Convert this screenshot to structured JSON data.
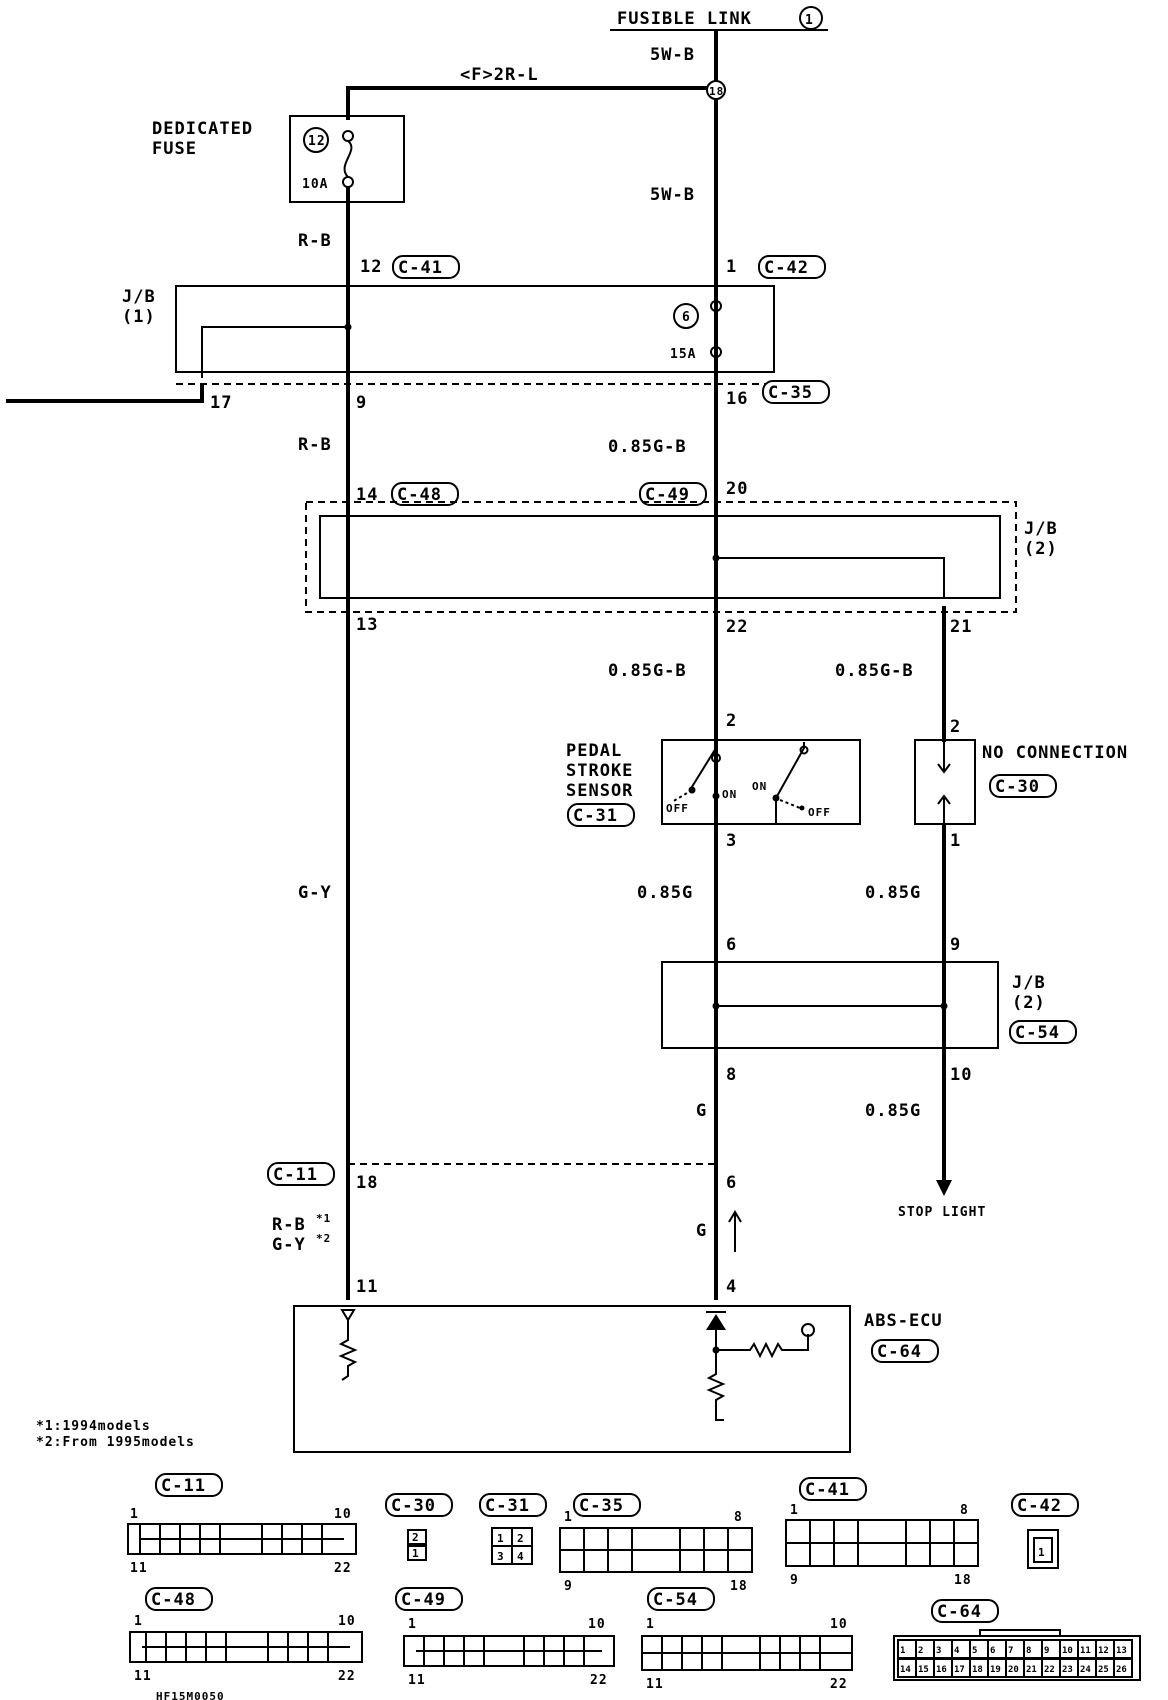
{
  "header": {
    "fusible_link": "FUSIBLE LINK",
    "fusible_link_num": "1"
  },
  "wires": {
    "top_5w_b": "5W-B",
    "mid_5w_b": "5W-B",
    "f_2r_l": "<F>2R-L",
    "r_b_1": "R-B",
    "r_b_2": "R-B",
    "g_b_1": "0.85G-B",
    "g_b_2": "0.85G-B",
    "g_b_3": "0.85G-B",
    "g_y": "G-Y",
    "g085_1": "0.85G",
    "g085_2": "0.85G",
    "g085_3": "0.85G",
    "g_1": "G",
    "g_2": "G",
    "rb_note": "R-B",
    "gy_note": "G-Y",
    "star1": "*1",
    "star2": "*2"
  },
  "components": {
    "dedicated_fuse_line1": "DEDICATED",
    "dedicated_fuse_line2": "FUSE",
    "fuse12_num": "12",
    "fuse12_amp": "10A",
    "fuse6_num": "6",
    "fuse6_amp": "15A",
    "splice_num": "18",
    "jb1_line1": "J/B",
    "jb1_line2": "(1)",
    "jb2_line1": "J/B",
    "jb2_line2": "(2)",
    "jb3_line1": "J/B",
    "jb3_line2": "(2)",
    "pedal_line1": "PEDAL",
    "pedal_line2": "STROKE",
    "pedal_line3": "SENSOR",
    "off_left": "OFF",
    "on_left": "ON",
    "on_right": "ON",
    "off_right": "OFF",
    "no_connection": "NO CONNECTION",
    "stop_light": "STOP LIGHT",
    "abs_ecu": "ABS-ECU"
  },
  "connectors": {
    "c41": "C-41",
    "c42": "C-42",
    "c35": "C-35",
    "c48": "C-48",
    "c49": "C-49",
    "c31": "C-31",
    "c30": "C-30",
    "c54": "C-54",
    "c11": "C-11",
    "c64": "C-64"
  },
  "pins": {
    "p12": "12",
    "p1_c42": "1",
    "p17": "17",
    "p9": "9",
    "p16": "16",
    "p14": "14",
    "p20": "20",
    "p13": "13",
    "p22": "22",
    "p21": "21",
    "p2_pedal": "2",
    "p2_nc": "2",
    "p3": "3",
    "p1_nc": "1",
    "p6_jb": "6",
    "p9_jb": "9",
    "p8": "8",
    "p10": "10",
    "p18": "18",
    "p6_c11": "6",
    "p11": "11",
    "p4": "4"
  },
  "footnotes": {
    "note1": "*1:1994models",
    "note2": "*2:From 1995models"
  },
  "connector_views": {
    "c11": {
      "label": "C-11",
      "p_tl": "1",
      "p_tr": "10",
      "p_bl": "11",
      "p_br": "22"
    },
    "c30": {
      "label": "C-30",
      "p1": "2",
      "p2": "1"
    },
    "c31": {
      "label": "C-31",
      "p1": "1",
      "p2": "2",
      "p3": "3",
      "p4": "4"
    },
    "c35": {
      "label": "C-35",
      "p_tl": "1",
      "p_tr": "8",
      "p_bl": "9",
      "p_br": "18"
    },
    "c41": {
      "label": "C-41",
      "p_tl": "1",
      "p_tr": "8",
      "p_bl": "9",
      "p_br": "18"
    },
    "c42": {
      "label": "C-42",
      "p1": "1"
    },
    "c48": {
      "label": "C-48",
      "p_tl": "1",
      "p_tr": "10",
      "p_bl": "11",
      "p_br": "22"
    },
    "c49": {
      "label": "C-49",
      "p_tl": "1",
      "p_tr": "10",
      "p_bl": "11",
      "p_br": "22"
    },
    "c54": {
      "label": "C-54",
      "p_tl": "1",
      "p_tr": "10",
      "p_bl": "11",
      "p_br": "22"
    },
    "c64": {
      "label": "C-64",
      "top_pins": [
        "1",
        "2",
        "3",
        "4",
        "5",
        "6",
        "7",
        "8",
        "9",
        "10",
        "11",
        "12",
        "13"
      ],
      "bottom_pins": [
        "14",
        "15",
        "16",
        "17",
        "18",
        "19",
        "20",
        "21",
        "22",
        "23",
        "24",
        "25",
        "26"
      ]
    }
  },
  "code": "HF15M0050"
}
